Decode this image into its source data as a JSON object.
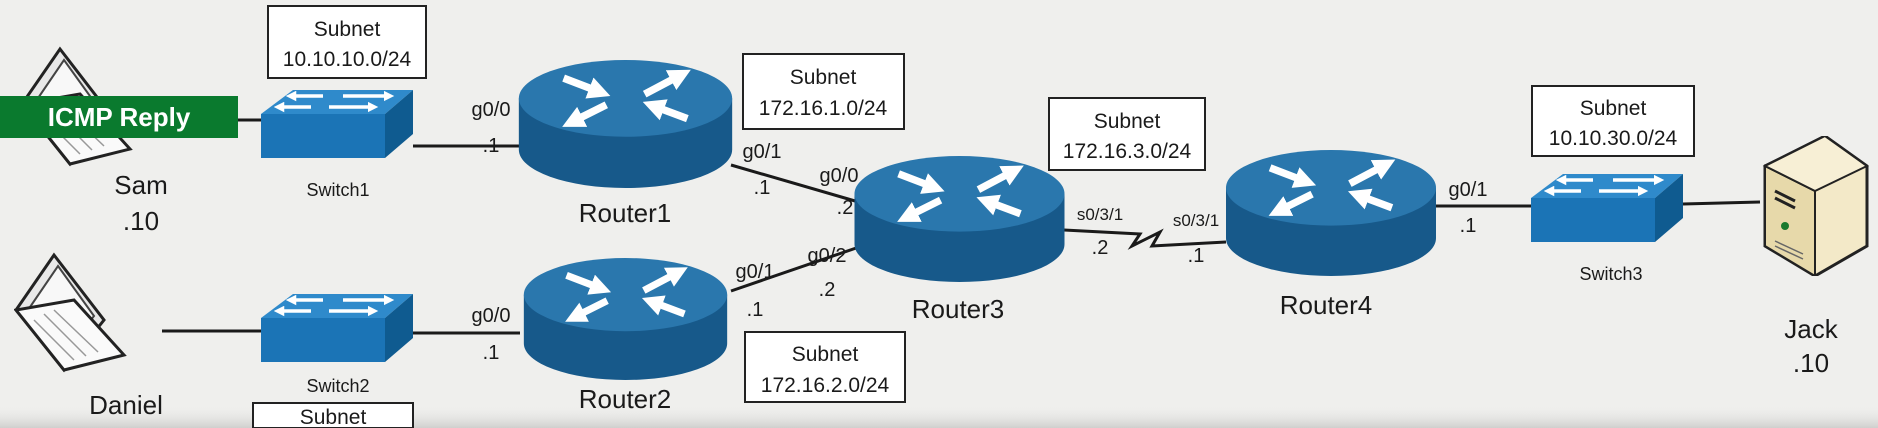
{
  "banner": {
    "label": "ICMP Reply",
    "color": "#0a7a2e"
  },
  "subnets": [
    {
      "title": "Subnet",
      "network": "10.10.10.0/24"
    },
    {
      "title": "Subnet",
      "network": "172.16.1.0/24"
    },
    {
      "title": "Subnet",
      "network": "172.16.3.0/24"
    },
    {
      "title": "Subnet",
      "network": "10.10.30.0/24"
    },
    {
      "title": "Subnet",
      "network": "172.16.2.0/24"
    },
    {
      "title": "Subnet"
    }
  ],
  "hosts": {
    "sam": {
      "name": "Sam",
      "ip": ".10"
    },
    "daniel": {
      "name": "Daniel"
    },
    "jack": {
      "name": "Jack",
      "ip": ".10"
    }
  },
  "switches": {
    "s1": "Switch1",
    "s2": "Switch2",
    "s3": "Switch3"
  },
  "routers": {
    "r1": "Router1",
    "r2": "Router2",
    "r3": "Router3",
    "r4": "Router4"
  },
  "interfaces": {
    "r1_g00": "g0/0",
    "r1_g00_ip": ".1",
    "r1_g01": "g0/1",
    "r1_g01_ip": ".1",
    "r3_g00": "g0/0",
    "r3_g00_ip": ".2",
    "r2_g00": "g0/0",
    "r2_g00_ip": ".1",
    "r2_g01": "g0/1",
    "r2_g01_ip": ".1",
    "r3_g02": "g0/2",
    "r3_g02_ip": ".2",
    "r3_s031": "s0/3/1",
    "r3_s031_ip": ".2",
    "r4_s031": "s0/3/1",
    "r4_s031_ip": ".1",
    "r4_g01": "g0/1",
    "r4_g01_ip": ".1"
  },
  "colors": {
    "router_top": "#2a77ad",
    "router_side": "#17598a",
    "switch": "#1f7cc0"
  }
}
